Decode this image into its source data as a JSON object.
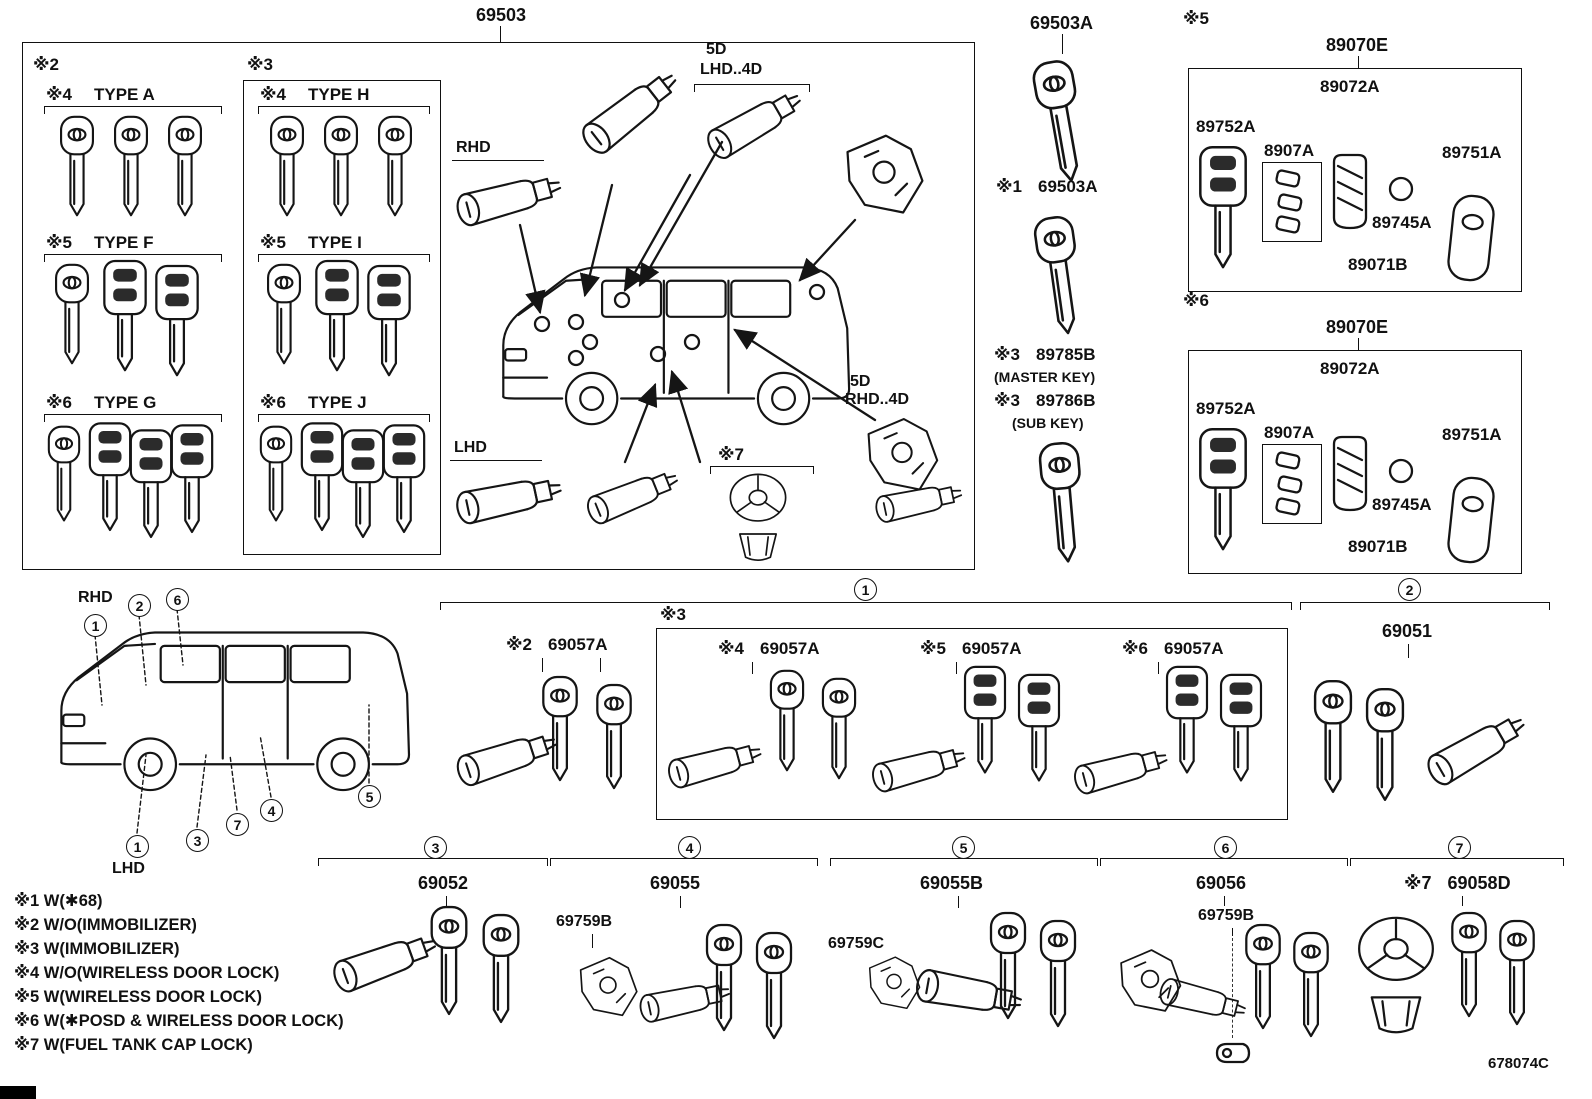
{
  "doc_code": "678074C",
  "nums": {
    "n1": "1",
    "n2": "2",
    "n3": "3",
    "n4": "4",
    "n5": "5",
    "n6": "6",
    "n7": "7"
  },
  "main": {
    "part": "69503",
    "g2_marker": "※2",
    "g3_marker": "※3",
    "types_g2": [
      {
        "m": "※4",
        "n": "TYPE A"
      },
      {
        "m": "※5",
        "n": "TYPE F"
      },
      {
        "m": "※6",
        "n": "TYPE G"
      }
    ],
    "types_g3": [
      {
        "m": "※4",
        "n": "TYPE H"
      },
      {
        "m": "※5",
        "n": "TYPE I"
      },
      {
        "m": "※6",
        "n": "TYPE J"
      }
    ],
    "rhd": "RHD",
    "lhd": "LHD",
    "d5a_1": "5D",
    "d5a_2": "LHD..4D",
    "d5b_1": "5D",
    "d5b_2": "RHD..4D",
    "fuel_m": "※7"
  },
  "col": {
    "k1": "69503A",
    "k2m": "※1",
    "k2": "69503A",
    "mm": "※3",
    "mk": "89785B",
    "mcap": "(MASTER KEY)",
    "sm": "※3",
    "sk": "89786B",
    "scap": "(SUB KEY)"
  },
  "r1": {
    "m": "※5",
    "outer": "89070E",
    "inner": "89072A",
    "shell": "89752A",
    "pad": "8907A",
    "case": "89751A",
    "batt": "89745A",
    "module": "89071B"
  },
  "r2": {
    "m": "※6",
    "outer": "89070E",
    "inner": "89072A",
    "shell": "89752A",
    "pad": "8907A",
    "case": "89751A",
    "batt": "89745A",
    "module": "89071B"
  },
  "van2": {
    "rhd": "RHD",
    "lhd": "LHD"
  },
  "s1": {
    "sub2m": "※2",
    "sub2p": "69057A",
    "boxm": "※3",
    "sub4m": "※4",
    "sub4p": "69057A",
    "sub5m": "※5",
    "sub5p": "69057A",
    "sub6m": "※6",
    "sub6p": "69057A"
  },
  "s2": {
    "part": "69051"
  },
  "s3": {
    "part": "69052"
  },
  "s4": {
    "part": "69055",
    "sub": "69759B"
  },
  "s5": {
    "part": "69055B",
    "sub": "69759C"
  },
  "s6": {
    "part": "69056",
    "sub": "69759B"
  },
  "s7": {
    "m": "※7",
    "part": "69058D"
  },
  "legend": [
    "※1 W(✱68)",
    "※2 W/O(IMMOBILIZER)",
    "※3 W(IMMOBILIZER)",
    "※4 W/O(WIRELESS DOOR LOCK)",
    "※5 W(WIRELESS DOOR LOCK)",
    "※6 W(✱POSD & WIRELESS DOOR LOCK)",
    "※7 W(FUEL TANK CAP LOCK)"
  ]
}
